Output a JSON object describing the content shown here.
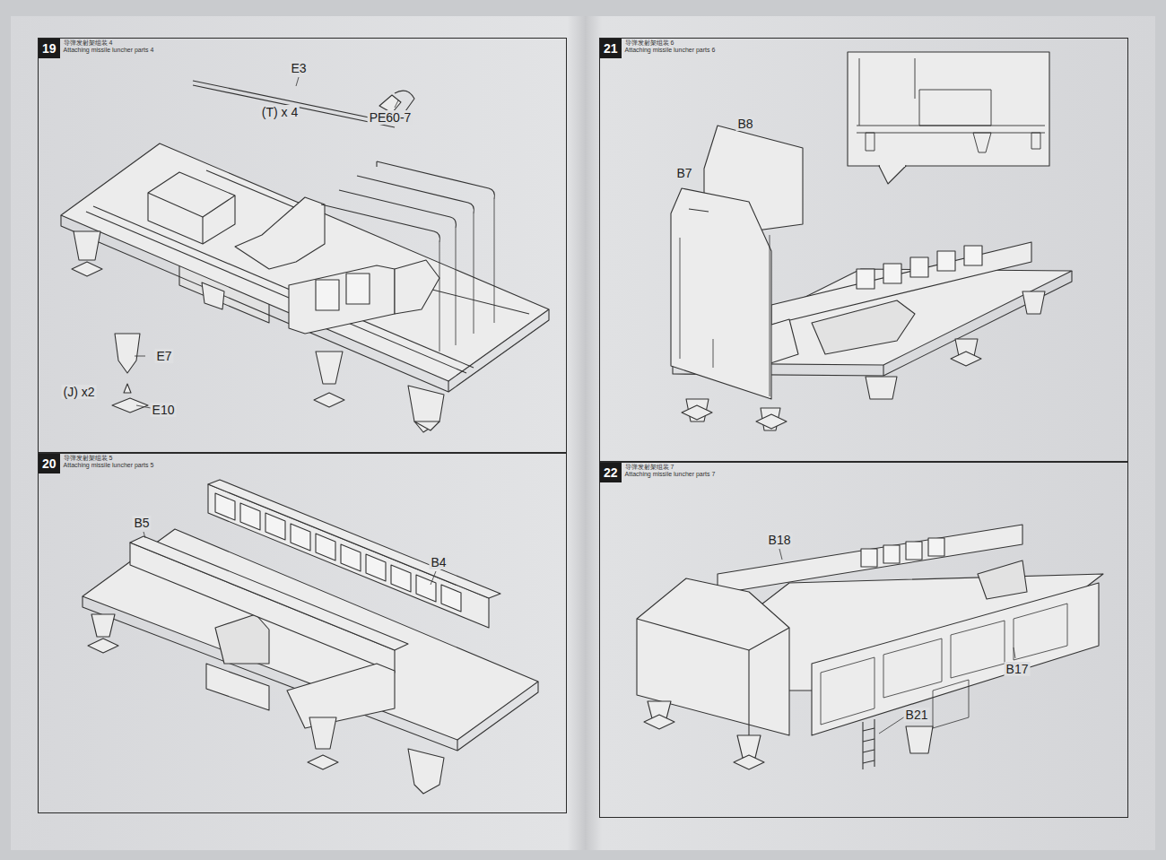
{
  "diagram": {
    "nodes": [
      {
        "text": [
          "19",
          "导弹发射架组装 4",
          "Attaching missile luncher parts 4"
        ]
      },
      {
        "text": [
          "20",
          "导弹发射架组装 5",
          "Attaching missile luncher parts 5"
        ]
      },
      {
        "text": [
          "21",
          "导弹发射架组装 6",
          "Attaching missile luncher parts 6"
        ]
      },
      {
        "text": [
          "22",
          "导弹发射架组装 7",
          "Attaching missile luncher parts 7"
        ]
      }
    ],
    "labels": [
      "E3",
      "(T) x 4",
      "PE60-7",
      "E7",
      "(J) x2",
      "E10",
      "B5",
      "B4",
      "B8",
      "B7",
      "B18",
      "B17",
      "B21"
    ]
  }
}
